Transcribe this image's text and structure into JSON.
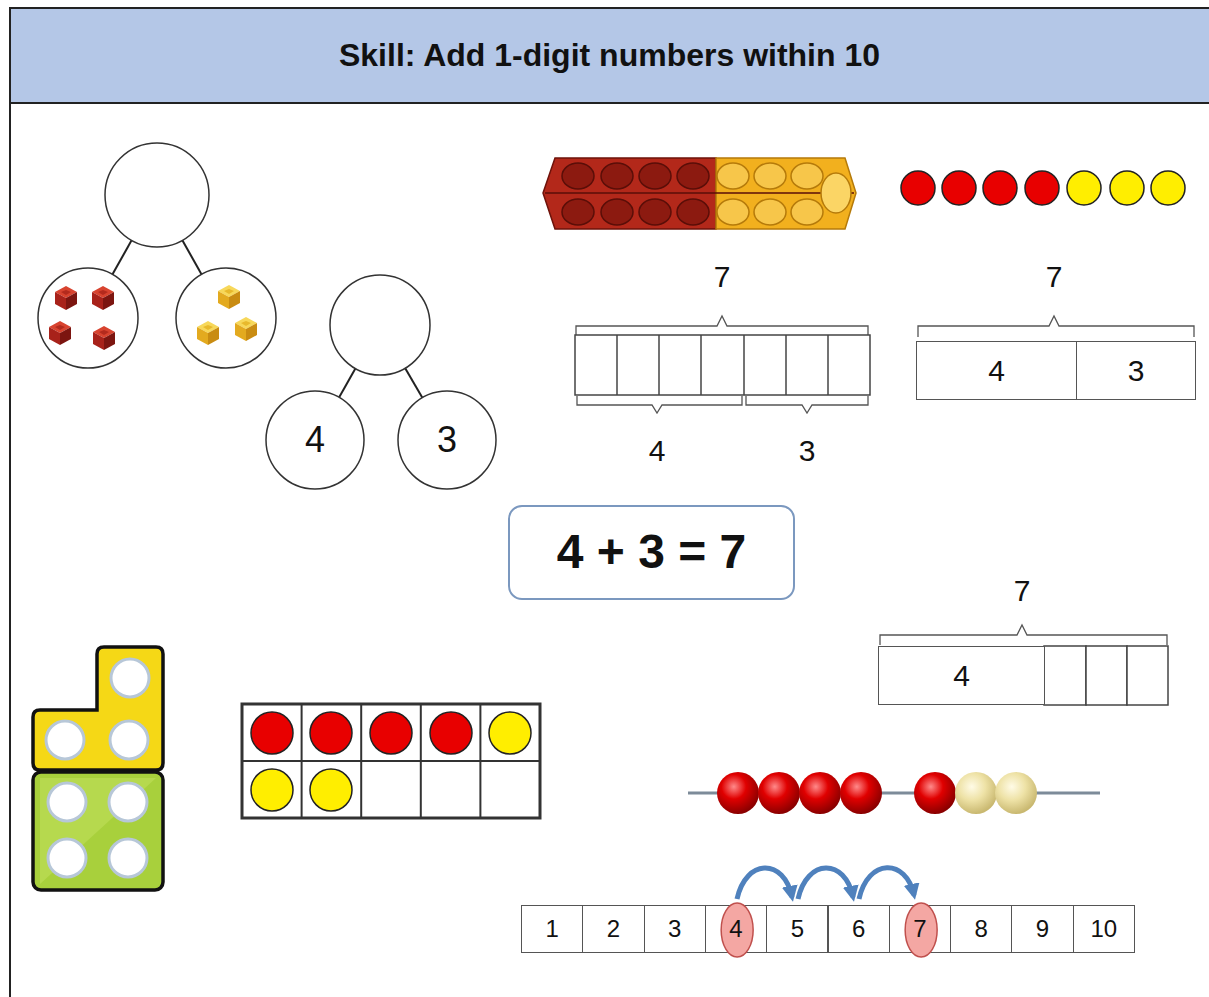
{
  "diagram": {
    "title": "Skill: Add 1-digit numbers within 10",
    "nodes": [
      {
        "text": [
          "4"
        ]
      },
      {
        "text": [
          "3"
        ]
      },
      {
        "text": [
          "4"
        ]
      },
      {
        "text": [
          "3"
        ]
      },
      {
        "text": [
          "4 + 3 = 7"
        ]
      },
      {
        "text": [
          "4"
        ]
      },
      {
        "text": [
          "1"
        ]
      },
      {
        "text": [
          "2"
        ]
      },
      {
        "text": [
          "3"
        ]
      },
      {
        "text": [
          "4"
        ]
      },
      {
        "text": [
          "5"
        ]
      },
      {
        "text": [
          "6"
        ]
      },
      {
        "text": [
          "7"
        ]
      },
      {
        "text": [
          "8"
        ]
      },
      {
        "text": [
          "9"
        ]
      },
      {
        "text": [
          "10"
        ]
      }
    ],
    "labels": [
      "7",
      "4",
      "3",
      "7",
      "7"
    ]
  }
}
